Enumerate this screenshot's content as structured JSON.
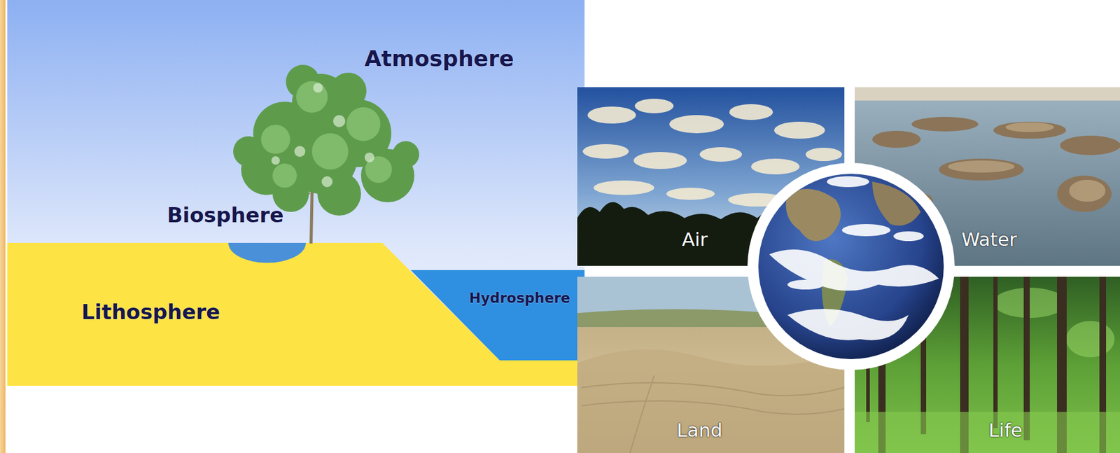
{
  "diagram": {
    "labels": [
      "Atmosphere",
      "Biosphere",
      "Lithosphere",
      "Hydrosphere",
      "Air",
      "Water",
      "Land",
      "Life"
    ]
  }
}
